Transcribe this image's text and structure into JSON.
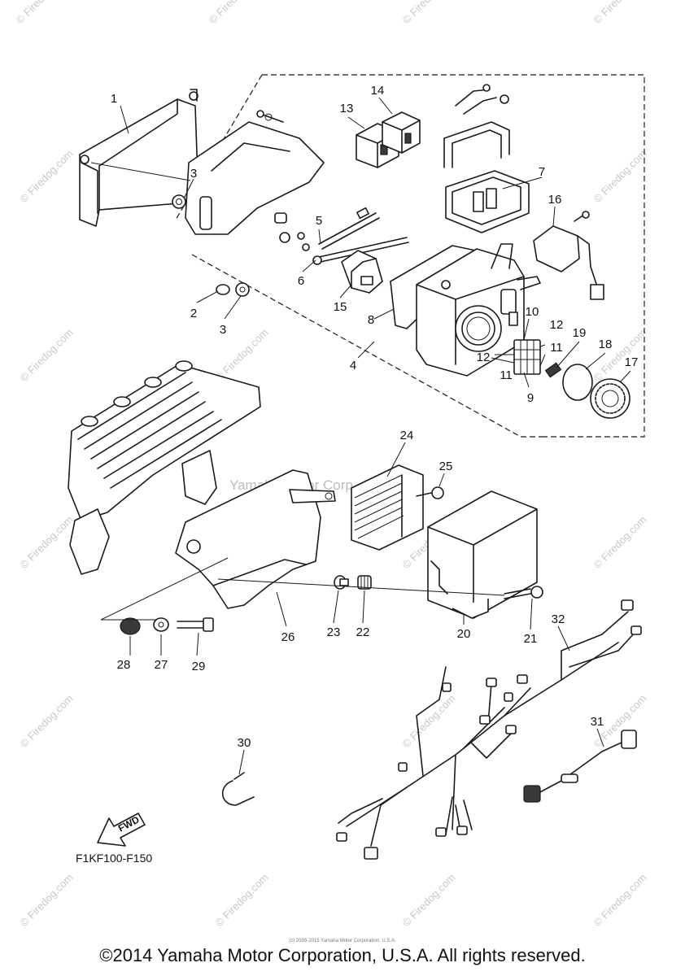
{
  "diagram": {
    "figure_code": "F1KF100-F150",
    "fwd_label": "FWD",
    "watermark_site": "© Firedog.com",
    "watermark_center": "Yamaha Motor Corp., U.S.A.",
    "footer_small": "(c) 2005-2015 Yamaha Motor Corporation, U.S.A.",
    "copyright": "©2014 Yamaha Motor Corporation, U.S.A. All rights reserved.",
    "callouts": [
      "1",
      "2",
      "3",
      "3",
      "4",
      "5",
      "6",
      "7",
      "8",
      "9",
      "10",
      "11",
      "11",
      "12",
      "12",
      "13",
      "14",
      "15",
      "16",
      "17",
      "18",
      "19",
      "20",
      "21",
      "22",
      "23",
      "24",
      "25",
      "26",
      "27",
      "28",
      "29",
      "30",
      "31",
      "32"
    ]
  }
}
